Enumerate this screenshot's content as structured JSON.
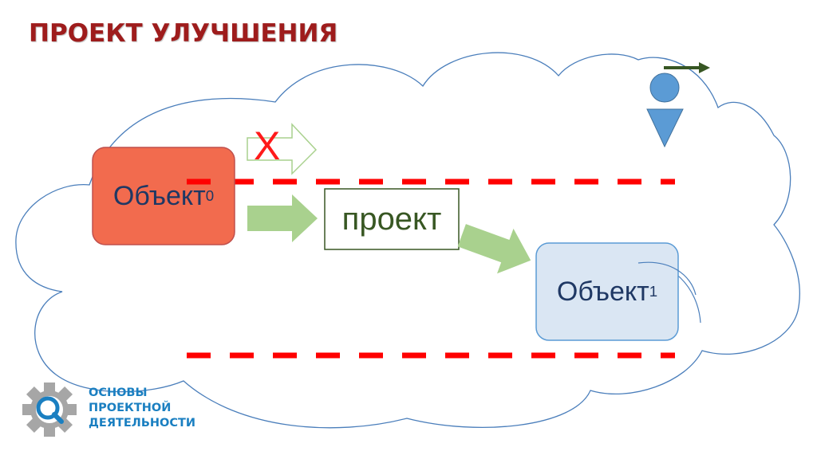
{
  "slide": {
    "title": "ПРОЕКТ УЛУЧШЕНИЯ"
  },
  "diagram": {
    "object_start": {
      "label": "Объект",
      "superscript": "0",
      "fill": "#f26b4e"
    },
    "project": {
      "label": "проект",
      "border": "#385723"
    },
    "object_end": {
      "label": "Объект",
      "superscript": "1",
      "fill": "#dae6f3"
    },
    "blocked_mark": "X",
    "colors": {
      "boundary_dashes": "#ff0000",
      "flow_arrows": "#a9d18e",
      "person_icon": "#5b9bd5",
      "motion_arrow": "#375623"
    }
  },
  "logo": {
    "lines": [
      "ОСНОВЫ",
      "ПРОЕКТНОЙ",
      "ДЕЯТЕЛЬНОСТИ"
    ],
    "icon": "gear-magnifier-icon"
  }
}
